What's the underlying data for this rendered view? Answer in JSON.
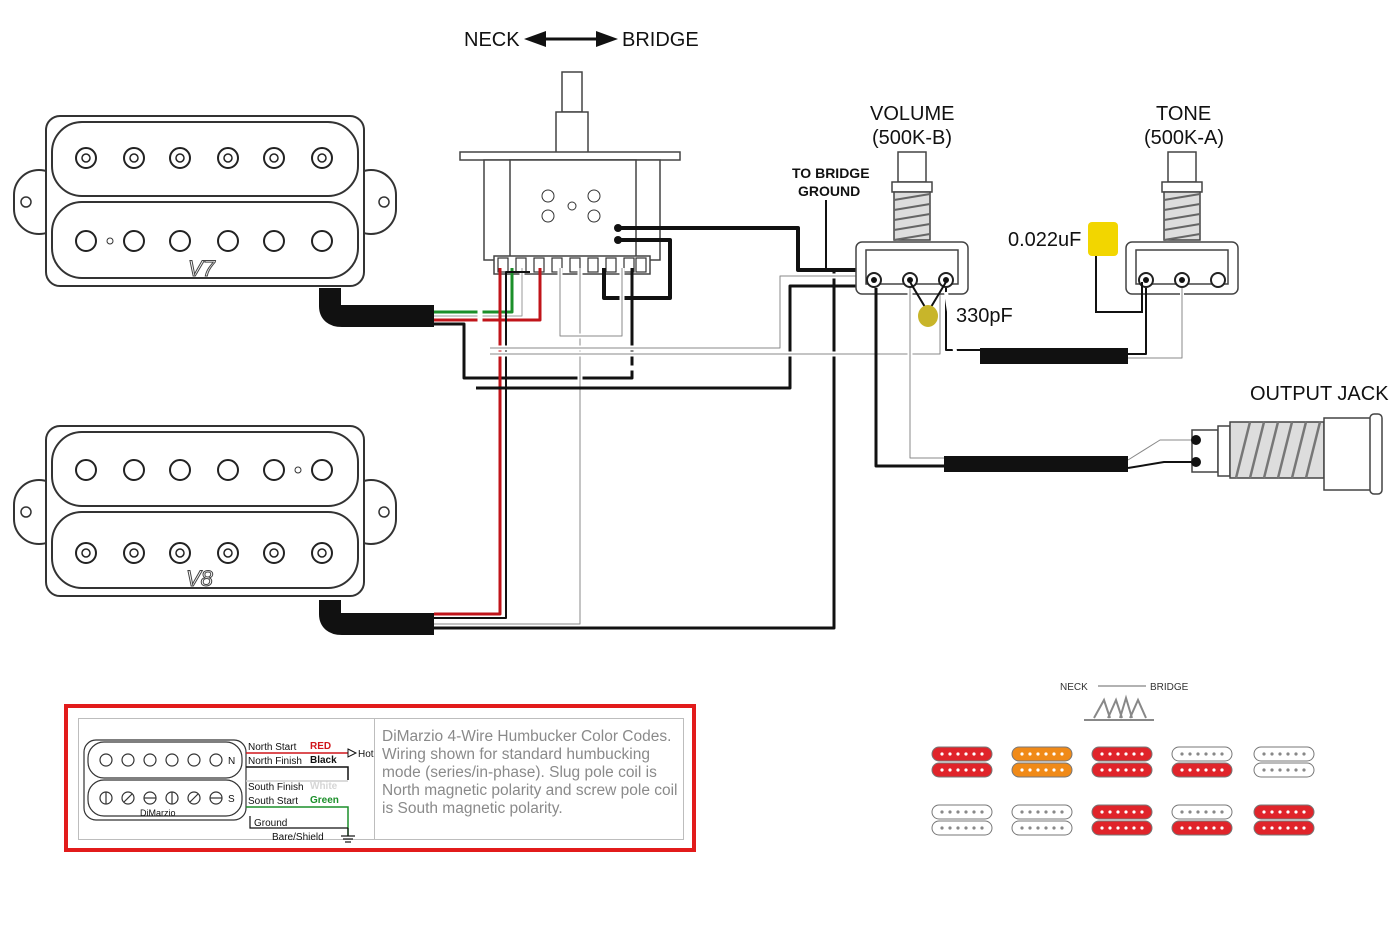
{
  "header": {
    "neck": "NECK",
    "bridge": "BRIDGE"
  },
  "pots": {
    "volume": {
      "name": "VOLUME",
      "value": "(500K-B)"
    },
    "tone": {
      "name": "TONE",
      "value": "(500K-A)"
    }
  },
  "bridge_ground": {
    "line1": "TO BRIDGE",
    "line2": "GROUND"
  },
  "capacitors": {
    "tone_cap": "0.022uF",
    "treble_cap": "330pF"
  },
  "output_jack": "OUTPUT JACK",
  "pickups": {
    "neck_model": "V7",
    "bridge_model": "V8"
  },
  "legend": {
    "north_start": "North Start",
    "north_start_color": "RED",
    "north_finish": "North Finish",
    "north_finish_color": "Black",
    "south_finish": "South Finish",
    "south_finish_color": "White",
    "south_start": "South Start",
    "south_start_color": "Green",
    "hot": "Hot",
    "ground": "Ground",
    "bare_shield": "Bare/Shield",
    "brand": "DiMarzio",
    "n": "N",
    "s": "S",
    "description": "DiMarzio 4-Wire Humbucker Color Codes. Wiring shown for standard humbucking mode (series/in-phase). Slug pole coil is North magnetic polarity and screw pole coil is South magnetic polarity."
  },
  "switch_chart": {
    "neck": "NECK",
    "bridge": "BRIDGE"
  },
  "colors": {
    "red_wire": "#c0141a",
    "green_wire": "#1b8f2a",
    "black_wire": "#111111",
    "white_wire": "#ffffff",
    "capacitor_yellow": "#f2d600",
    "ceramic_cap": "#c8b52a",
    "legend_border": "#e21b1b",
    "coil_red": "#e0242a",
    "coil_orange": "#f08a18"
  }
}
